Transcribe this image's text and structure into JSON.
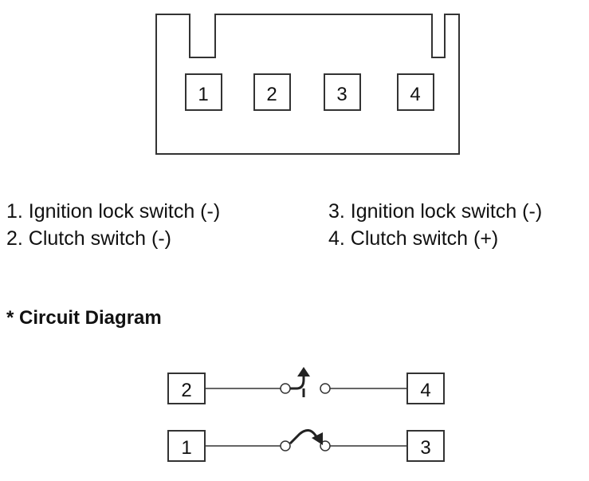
{
  "connector": {
    "pins": [
      "1",
      "2",
      "3",
      "4"
    ]
  },
  "legend": {
    "left": [
      "1. Ignition lock switch (-)",
      "2. Clutch switch (-)"
    ],
    "right": [
      "3. Ignition lock switch (-)",
      "4. Clutch switch (+)"
    ]
  },
  "circuit": {
    "heading": "* Circuit Diagram",
    "top_row": {
      "left_pin": "2",
      "right_pin": "4"
    },
    "bottom_row": {
      "left_pin": "1",
      "right_pin": "3"
    }
  }
}
